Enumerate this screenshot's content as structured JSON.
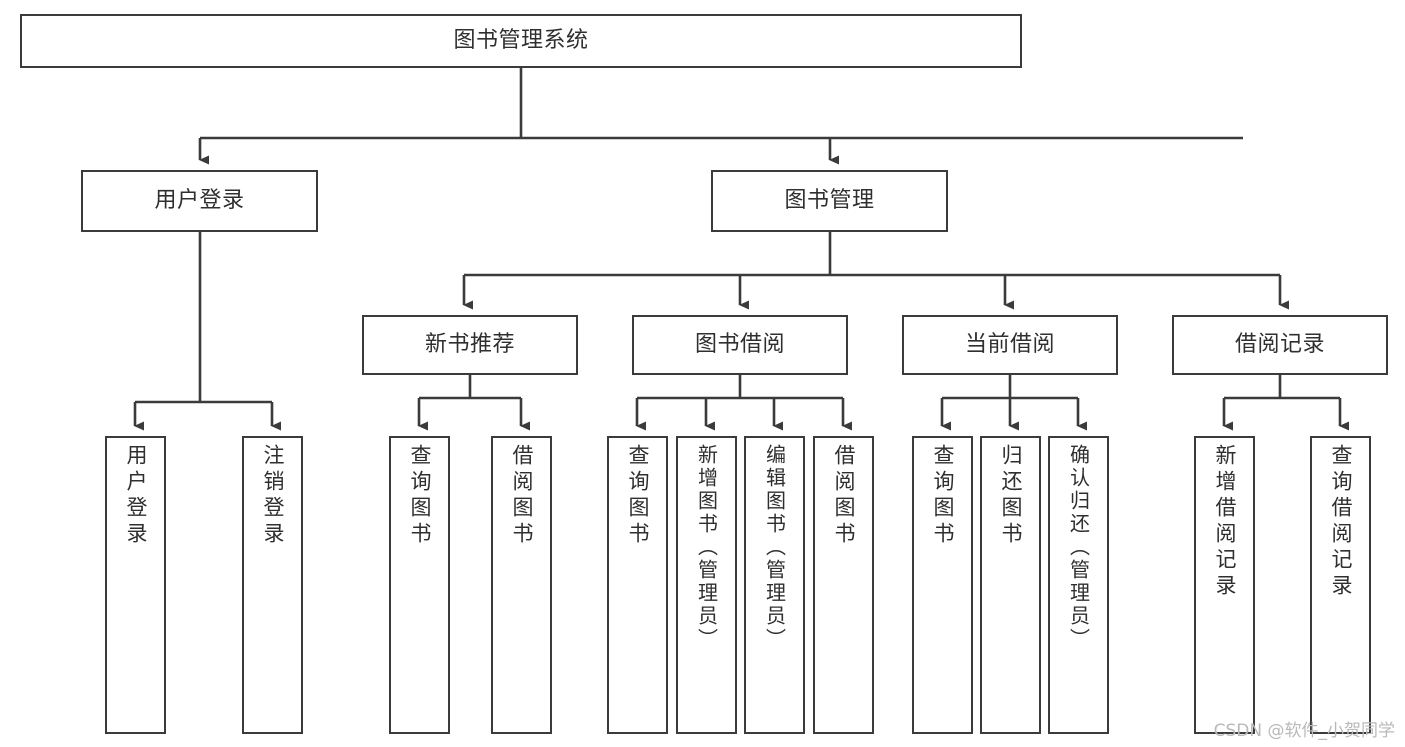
{
  "diagram": {
    "title": "图书管理系统",
    "type": "tree-hierarchy",
    "stroke_color": "#3b3b3b",
    "text_color": "#2f2f2f",
    "background_color": "#ffffff",
    "root": {
      "label": "图书管理系统"
    },
    "level2": [
      {
        "label": "用户登录"
      },
      {
        "label": "图书管理"
      }
    ],
    "level3": [
      {
        "label": "新书推荐"
      },
      {
        "label": "图书借阅"
      },
      {
        "label": "当前借阅"
      },
      {
        "label": "借阅记录"
      }
    ],
    "leaves": {
      "user_login": [
        {
          "label": "用户登录"
        },
        {
          "label": "注销登录"
        }
      ],
      "new_book_recommend": [
        {
          "label": "查询图书"
        },
        {
          "label": "借阅图书"
        }
      ],
      "book_borrow": [
        {
          "label": "查询图书"
        },
        {
          "label": "新增图书（管理员）"
        },
        {
          "label": "编辑图书（管理员）"
        },
        {
          "label": "借阅图书"
        }
      ],
      "current_borrow": [
        {
          "label": "查询图书"
        },
        {
          "label": "归还图书"
        },
        {
          "label": "确认归还（管理员）"
        }
      ],
      "borrow_record": [
        {
          "label": "新增借阅记录"
        },
        {
          "label": "查询借阅记录"
        }
      ]
    }
  },
  "watermark": {
    "text": "CSDN @软件_小贺同学"
  }
}
